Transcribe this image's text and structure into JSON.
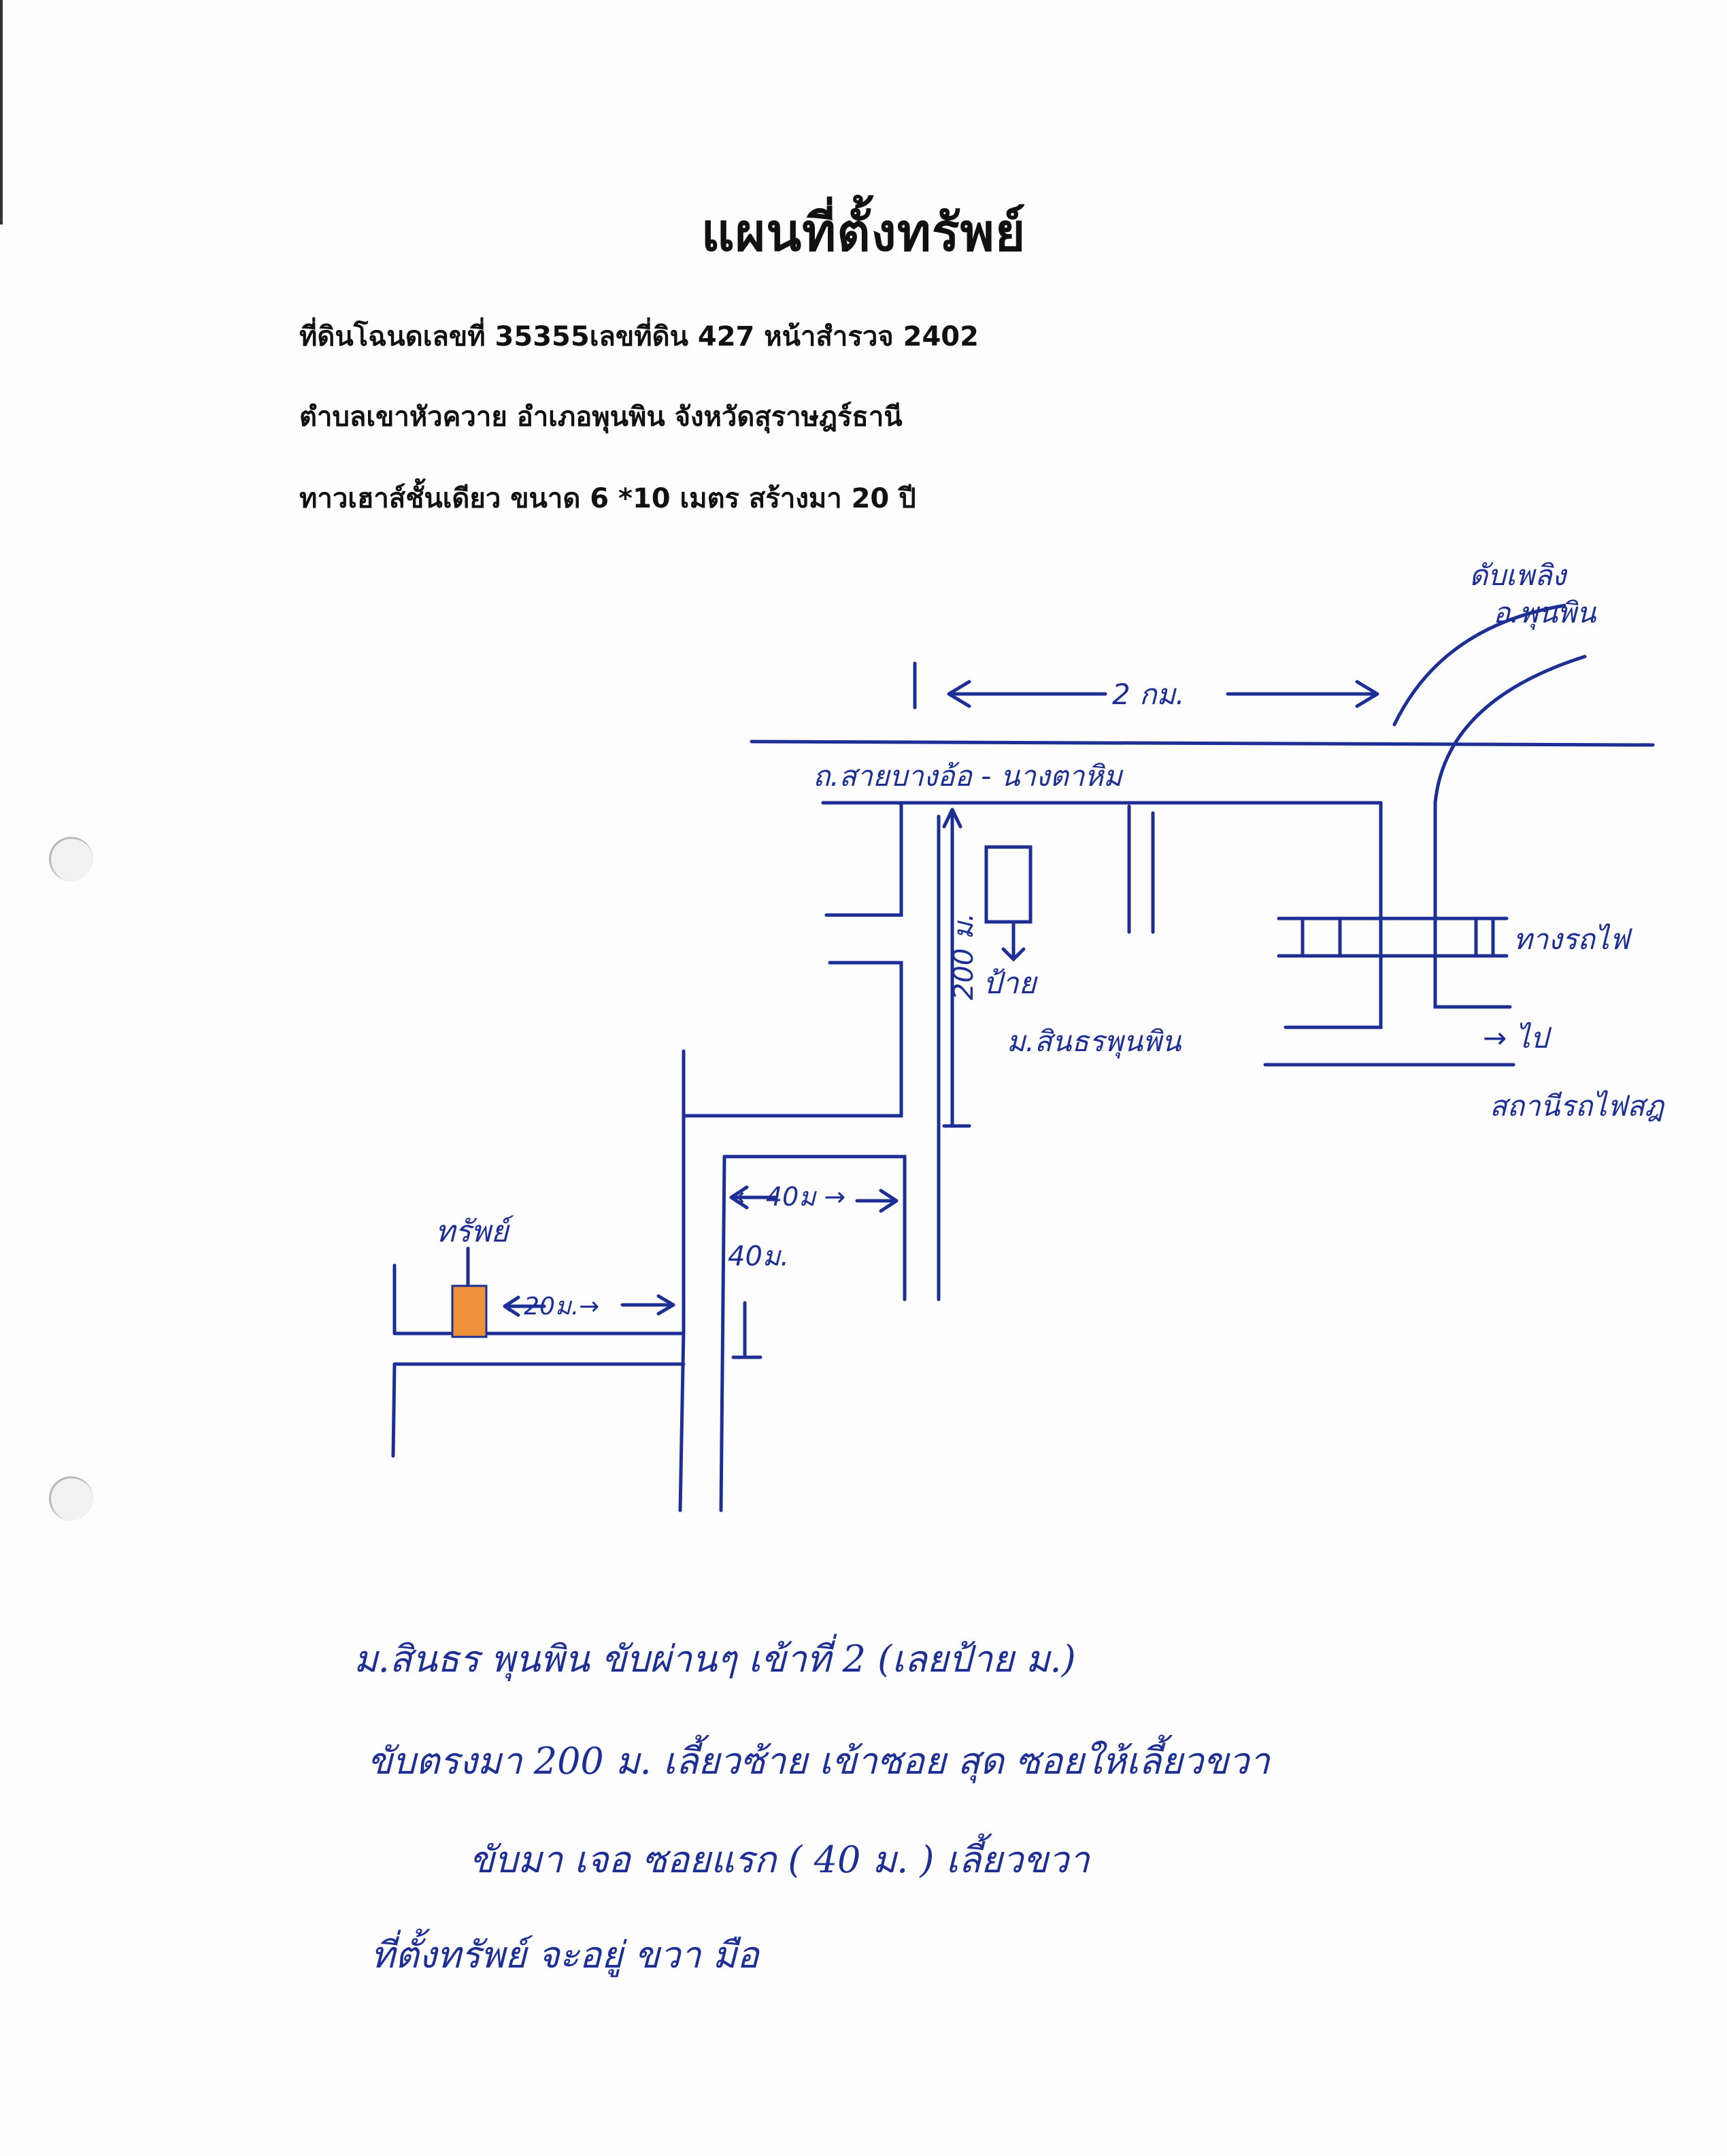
{
  "document": {
    "title": "แผนที่ตั้งทรัพย์",
    "info": [
      "ที่ดินโฉนดเลขที่  35355เลขที่ดิน  427  หน้าสำรวจ  2402",
      "ตำบลเขาหัวควาย  อำเภอพุนพิน   จังหวัดสุราษฎร์ธานี",
      "ทาวเฮาส์ชั้นเดียว ขนาด  6  *10 เมตร  สร้างมา 20 ปี"
    ]
  },
  "map": {
    "labels": {
      "top_right": [
        "ดับเพลิง",
        "อ.พุนพิน"
      ],
      "distance_top": "2 กม.",
      "main_road": "ถ.สายบางอ้อ - นางตาหิม",
      "railway": "ทางรถไฟ",
      "to_station": [
        "→ ไป",
        "สถานีรถไฟสฎ"
      ],
      "distance_200": "200 ม.",
      "sign": [
        "ป้าย",
        "ม.สินธรพุนพิน"
      ],
      "distance_40h": "← 40ม →",
      "distance_40v": "40ม.",
      "property": "ทรัพย์",
      "distance_20": "←20ม.→"
    },
    "colors": {
      "ink": "#1d2f94",
      "property_fill": "#f0913b"
    }
  },
  "directions": [
    "ม.สินธร พุนพิน  ขับผ่านๆ เข้าที่ 2  (เลยป้าย ม.)",
    "ขับตรงมา  200 ม.  เลี้ยวซ้าย เข้าซอย สุด ซอยให้เลี้ยวขวา",
    "ขับมา เจอ ซอยแรก   ( 40 ม. )   เลี้ยวขวา",
    "ที่ตั้งทรัพย์ จะอยู่ ขวา มือ"
  ]
}
